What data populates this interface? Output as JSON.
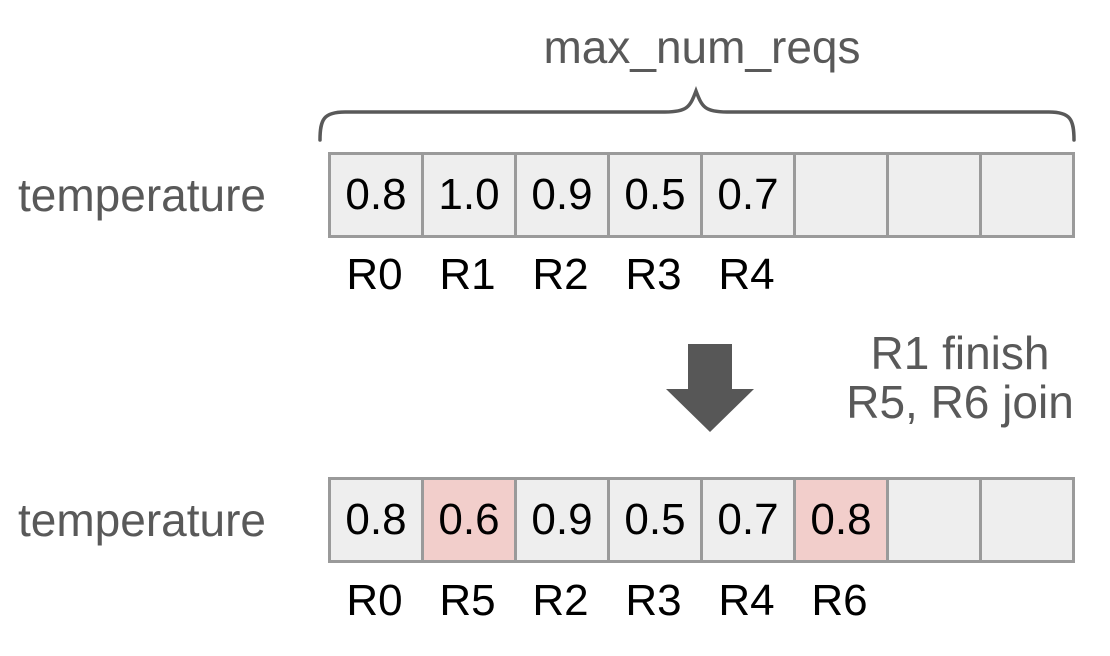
{
  "header": {
    "brace_label": "max_num_reqs"
  },
  "arrays": [
    {
      "row_label": "temperature",
      "cells": [
        {
          "value": "0.8",
          "highlighted": false
        },
        {
          "value": "1.0",
          "highlighted": false
        },
        {
          "value": "0.9",
          "highlighted": false
        },
        {
          "value": "0.5",
          "highlighted": false
        },
        {
          "value": "0.7",
          "highlighted": false
        },
        {
          "value": "",
          "highlighted": false
        },
        {
          "value": "",
          "highlighted": false
        },
        {
          "value": "",
          "highlighted": false
        }
      ],
      "labels": [
        "R0",
        "R1",
        "R2",
        "R3",
        "R4",
        "",
        "",
        ""
      ]
    },
    {
      "row_label": "temperature",
      "cells": [
        {
          "value": "0.8",
          "highlighted": false
        },
        {
          "value": "0.6",
          "highlighted": true
        },
        {
          "value": "0.9",
          "highlighted": false
        },
        {
          "value": "0.5",
          "highlighted": false
        },
        {
          "value": "0.7",
          "highlighted": false
        },
        {
          "value": "0.8",
          "highlighted": true
        },
        {
          "value": "",
          "highlighted": false
        },
        {
          "value": "",
          "highlighted": false
        }
      ],
      "labels": [
        "R0",
        "R5",
        "R2",
        "R3",
        "R4",
        "R6",
        "",
        ""
      ]
    }
  ],
  "transition": {
    "note_line1": "R1 finish",
    "note_line2": "R5, R6 join",
    "arrow_icon": "down-arrow-icon"
  },
  "colors": {
    "cell_bg": "#eeeeee",
    "cell_highlight_bg": "#f2cecb",
    "cell_border": "#9a9a9a",
    "muted_text": "#595959",
    "arrow": "#575757",
    "value_text": "#000000"
  }
}
